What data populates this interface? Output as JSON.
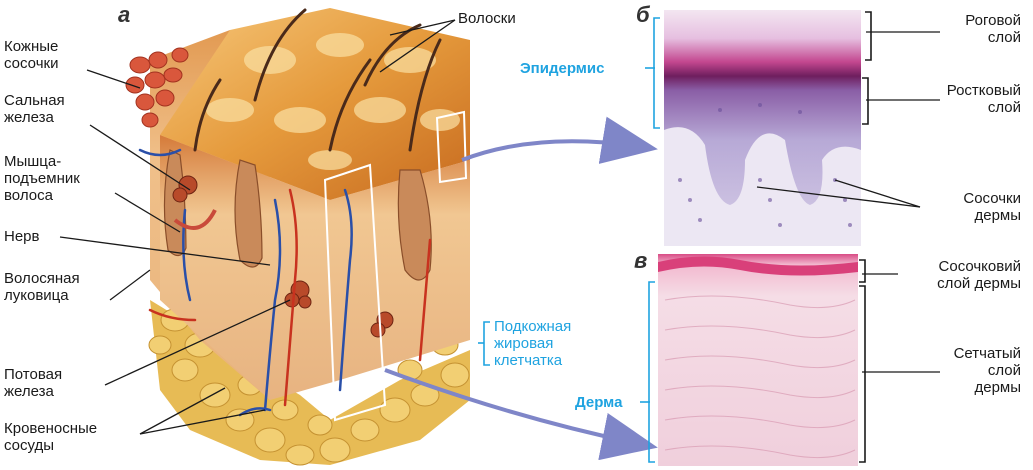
{
  "panels": {
    "a": "а",
    "b": "б",
    "v": "в"
  },
  "labels_left": {
    "kozhnye_sosochki": "Кожные\nсосочки",
    "salnaya_zheleza": "Сальная\nжелеза",
    "myshca": "Мышца-\nподъемник\nволоса",
    "nerv": "Нерв",
    "volosyanaya_lukovica": "Волосяная\nлуковица",
    "potovaya_zheleza": "Потовая\nжелеза",
    "krovenosnye_sosudy": "Кровеносные\nсосуды"
  },
  "labels_top": {
    "voloski": "Волоски"
  },
  "labels_blue": {
    "epidermis": "Эпидермис",
    "podkozhnaya": "Подкожная\nжировая\nклетчатка",
    "derma": "Дерма"
  },
  "labels_right": {
    "rogovoy": "Роговой\nслой",
    "rostkovy": "Ростковый\nслой",
    "sosochki_dermy": "Сосочки\nдермы",
    "sosochkovy_sloy": "Сосочковий\nслой дермы",
    "setchaty": "Сетчатый\nслой\nдермы"
  }
}
